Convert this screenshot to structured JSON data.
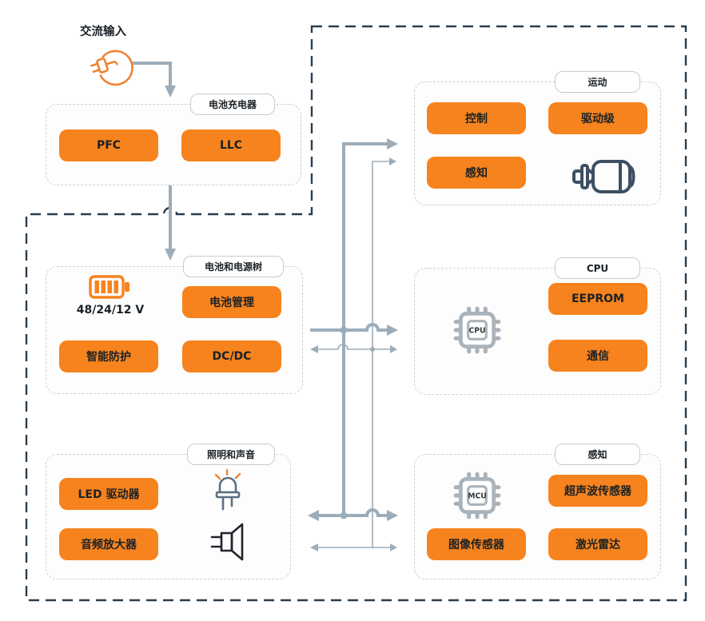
{
  "colors": {
    "block_orange": "#F6831D",
    "connector_gray": "#9CADBA",
    "boundary_navy": "#2A3D4E",
    "group_border": "#CBD0D4",
    "text_dark": "#1B2126"
  },
  "ac_input": {
    "label": "交流输入",
    "icon": "plug-icon"
  },
  "charger": {
    "label": "电池充电器",
    "btn_pfc": "PFC",
    "btn_llc": "LLC"
  },
  "power": {
    "label": "电池和电源树",
    "battery_icon": "battery-icon",
    "battery_caption": "48/24/12 V",
    "btn_bms": "电池管理",
    "btn_protect": "智能防护",
    "btn_dcdc": "DC/DC"
  },
  "lighting": {
    "label": "照明和声音",
    "btn_led": "LED 驱动器",
    "btn_audio": "音频放大器",
    "icons": [
      "led-icon",
      "speaker-icon"
    ]
  },
  "motion": {
    "label": "运动",
    "btn_control": "控制",
    "btn_drive": "驱动级",
    "btn_sense": "感知",
    "icon": "motor-icon"
  },
  "cpu": {
    "label": "CPU",
    "chip": "CPU",
    "chip_icon": "cpu-chip-icon",
    "btn_eeprom": "EEPROM",
    "btn_comm": "通信"
  },
  "sensing": {
    "label": "感知",
    "chip": "MCU",
    "chip_icon": "mcu-chip-icon",
    "btn_ultrasonic": "超声波传感器",
    "btn_image": "图像传感器",
    "btn_lidar": "激光雷达"
  }
}
